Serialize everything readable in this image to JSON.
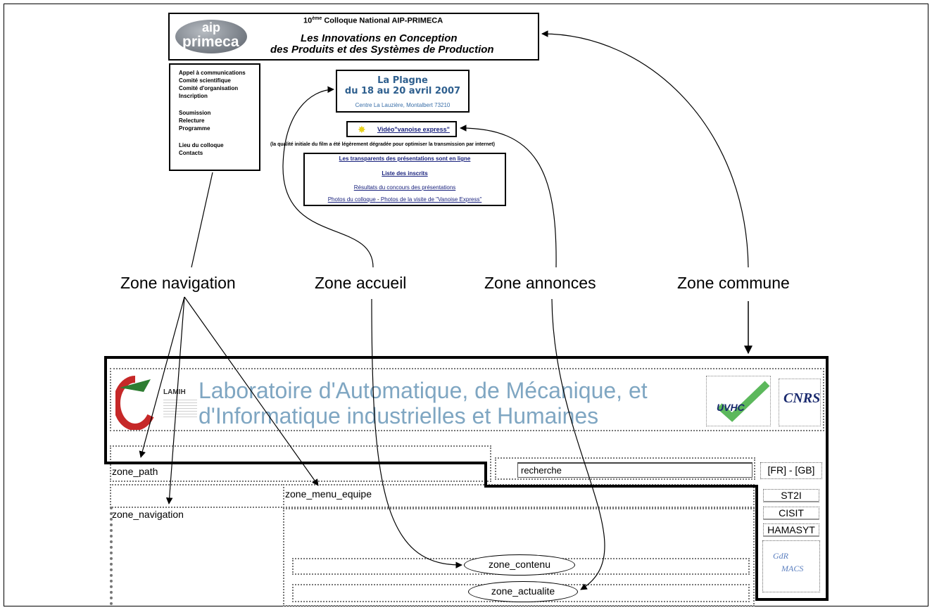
{
  "header": {
    "logo_top": "aip",
    "logo_bottom": "primeca",
    "line1_prefix": "10",
    "line1_sup": "ème",
    "line1_rest": " Colloque National AIP-PRIMECA",
    "line2": "Les Innovations en Conception",
    "line3": "des Produits et des Systèmes de Production"
  },
  "nav_menu": {
    "items": [
      "Appel à communications",
      "Comité scientifique",
      "Comité d'organisation",
      "Inscription",
      "Soumission",
      "Relecture",
      "Programme",
      "Lieu du colloque",
      "Contacts"
    ]
  },
  "event": {
    "place": "La Plagne",
    "dates": "du 18 au 20 avril 2007",
    "venue": "Centre La Lauzière, Montalbert 73210"
  },
  "video": {
    "link": "Vidéo\"vanoise express\"",
    "note": "(la qualité initiale du film a été légèrement dégradée pour optimiser la transmission par internet)"
  },
  "links": {
    "slides": "Les transparents des présentations sont en ligne",
    "registrants": "Liste des inscrits",
    "contest": "Résultats du concours des présentations",
    "photos_colloque": "Photos du colloque",
    "separator": " - ",
    "photos_visit": "Photos de la visite de \"Vanoise Express\""
  },
  "zone_labels": {
    "navigation": "Zone navigation",
    "accueil": "Zone accueil",
    "annonces": "Zone annonces",
    "commune": "Zone commune"
  },
  "layout": {
    "banner_line1": "Laboratoire d'Automatique, de Mécanique, et",
    "banner_line2": "d'Informatique industrielles et Humaines",
    "lamih": "LAMIH",
    "uvhc": "UVHC",
    "cnrs": "CNRS",
    "zone_path": "zone_path",
    "search_value": "recherche",
    "lang": "[FR] - [GB]",
    "zone_menu_equipe": "zone_menu_equipe",
    "zone_navigation": "zone_navigation",
    "teams": [
      "ST2I",
      "CISIT",
      "HAMASYT"
    ],
    "gdr_top": "GdR",
    "gdr_bottom": "MACS",
    "zone_contenu": "zone_contenu",
    "zone_actualite": "zone_actualite"
  }
}
